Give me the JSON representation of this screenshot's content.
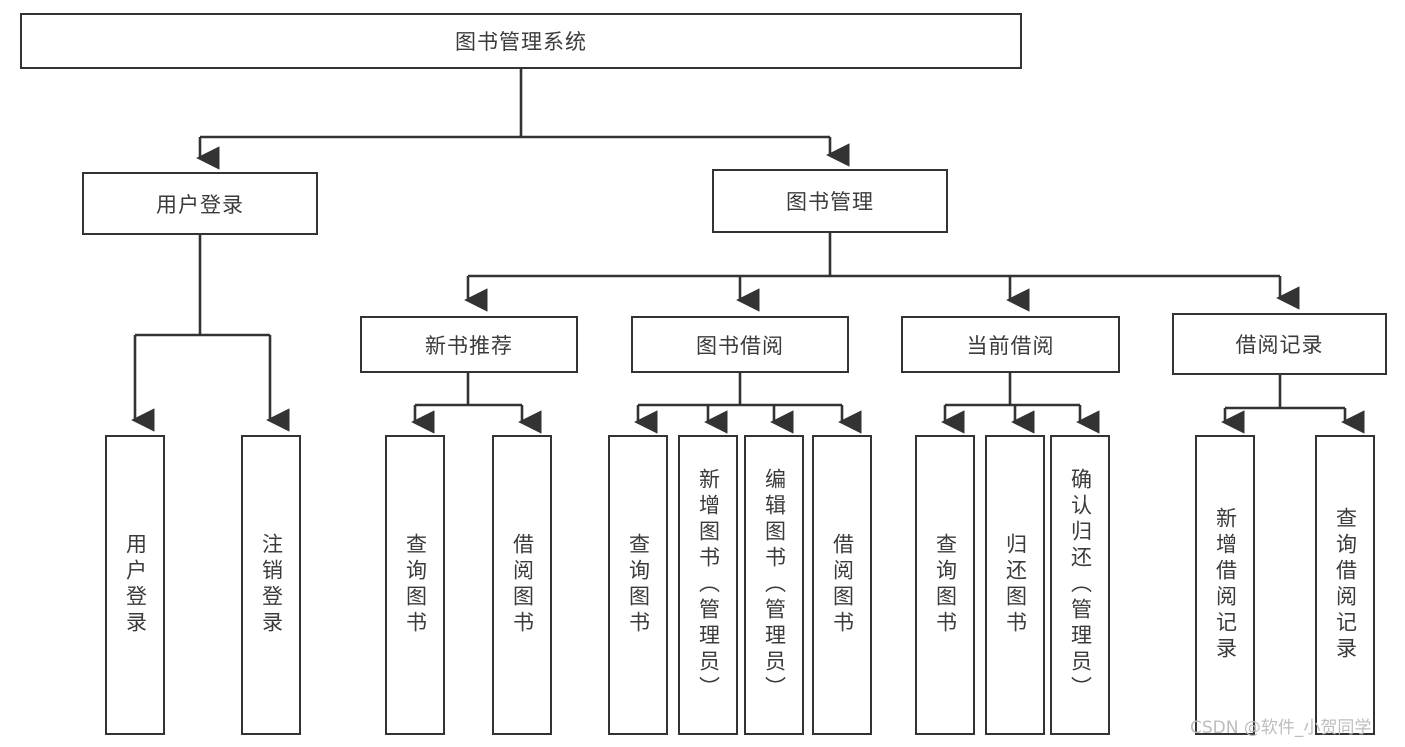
{
  "diagram": {
    "title": "图书管理系统",
    "type": "tree-hierarchy",
    "background_color": "#ffffff",
    "line_color": "#333333",
    "text_color": "#3b3b3b",
    "root": {
      "label": "图书管理系统"
    },
    "level1": [
      {
        "label": "用户登录"
      },
      {
        "label": "图书管理"
      }
    ],
    "level2": [
      {
        "label": "新书推荐"
      },
      {
        "label": "图书借阅"
      },
      {
        "label": "当前借阅"
      },
      {
        "label": "借阅记录"
      }
    ],
    "leaves": {
      "user_login": [
        {
          "label": "用户登录"
        },
        {
          "label": "注销登录"
        }
      ],
      "new_book_recommend": [
        {
          "label": "查询图书"
        },
        {
          "label": "借阅图书"
        }
      ],
      "book_borrow": [
        {
          "label": "查询图书"
        },
        {
          "label": "新增图书（管理员）"
        },
        {
          "label": "编辑图书（管理员）"
        },
        {
          "label": "借阅图书"
        }
      ],
      "current_borrow": [
        {
          "label": "查询图书"
        },
        {
          "label": "归还图书"
        },
        {
          "label": "确认归还（管理员）"
        }
      ],
      "borrow_record": [
        {
          "label": "新增借阅记录"
        },
        {
          "label": "查询借阅记录"
        }
      ]
    }
  },
  "watermark": {
    "text": "CSDN @软件_小贺同学"
  }
}
